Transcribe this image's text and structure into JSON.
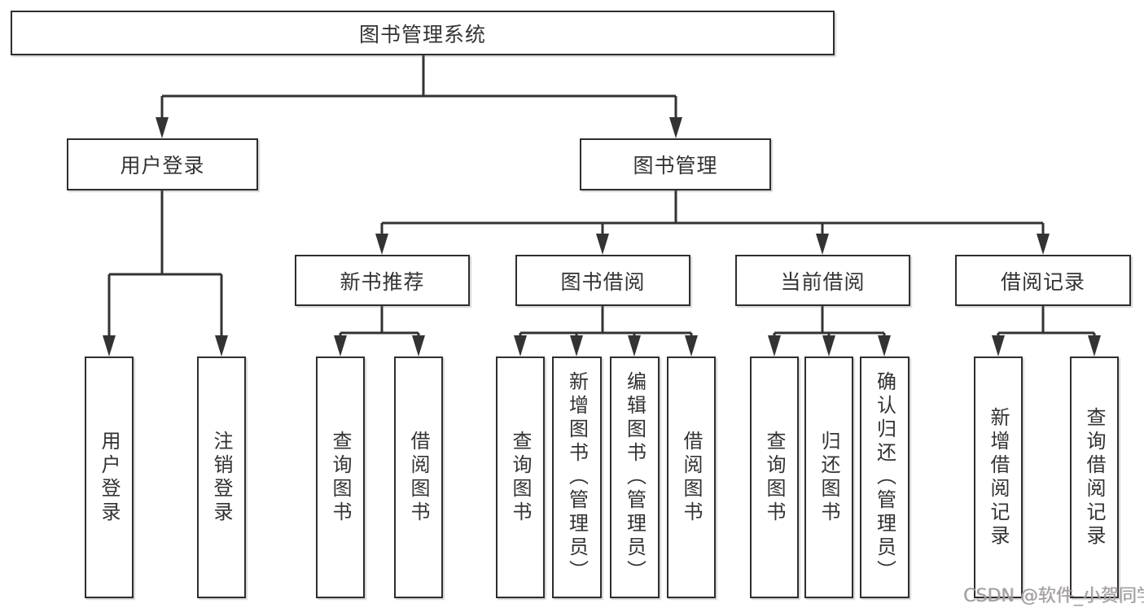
{
  "diagram": {
    "root": "图书管理系统",
    "branches": [
      {
        "label": "用户登录",
        "children": [
          "用户登录",
          "注销登录"
        ]
      },
      {
        "label": "图书管理",
        "groups": [
          {
            "label": "新书推荐",
            "children": [
              "查询图书",
              "借阅图书"
            ]
          },
          {
            "label": "图书借阅",
            "children": [
              "查询图书",
              "新增图书（管理员）",
              "编辑图书（管理员）",
              "借阅图书"
            ]
          },
          {
            "label": "当前借阅",
            "children": [
              "查询图书",
              "归还图书",
              "确认归还（管理员）"
            ]
          },
          {
            "label": "借阅记录",
            "children": [
              "新增借阅记录",
              "查询借阅记录"
            ]
          }
        ]
      }
    ]
  },
  "watermark": "CSDN @软件_小贺同学",
  "colors": {
    "line": "#333333",
    "border": "#2e2e2e",
    "text": "#333333",
    "watermark": "#9e9e9e",
    "background": "#ffffff"
  }
}
